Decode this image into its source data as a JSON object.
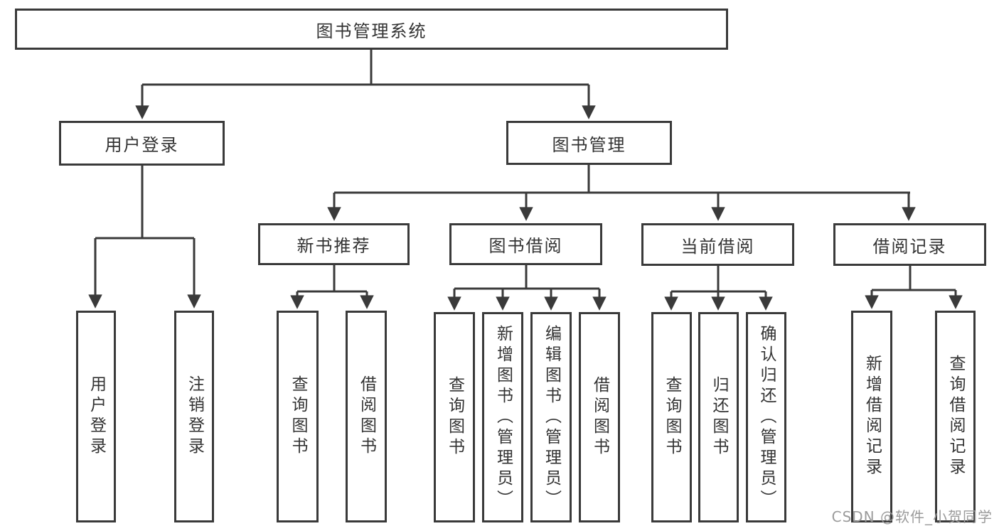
{
  "tree": {
    "root": {
      "label": "图书管理系统"
    },
    "level2": [
      {
        "id": "user-login",
        "label": "用户登录",
        "children": [
          {
            "label": "用户登录"
          },
          {
            "label": "注销登录"
          }
        ]
      },
      {
        "id": "book-management",
        "label": "图书管理",
        "children": [
          {
            "id": "new-book-recommend",
            "label": "新书推荐",
            "children": [
              {
                "label": "查询图书"
              },
              {
                "label": "借阅图书"
              }
            ]
          },
          {
            "id": "book-borrowing",
            "label": "图书借阅",
            "children": [
              {
                "label": "查询图书"
              },
              {
                "label": "新增图书（管理员）"
              },
              {
                "label": "编辑图书（管理员）"
              },
              {
                "label": "借阅图书"
              }
            ]
          },
          {
            "id": "current-borrowing",
            "label": "当前借阅",
            "children": [
              {
                "label": "查询图书"
              },
              {
                "label": "归还图书"
              },
              {
                "label": "确认归还（管理员）"
              }
            ]
          },
          {
            "id": "borrowing-records",
            "label": "借阅记录",
            "children": [
              {
                "label": "新增借阅记录"
              },
              {
                "label": "查询借阅记录"
              }
            ]
          }
        ]
      }
    ]
  },
  "watermark": {
    "text": "CSDN @软件_小贺同学",
    "color": "#9b9b9b"
  },
  "colors": {
    "line": "#3a3a3a",
    "box_border": "#3a3a3a",
    "box_fill": "#ffffff",
    "text": "#333333",
    "background": "#ffffff"
  }
}
